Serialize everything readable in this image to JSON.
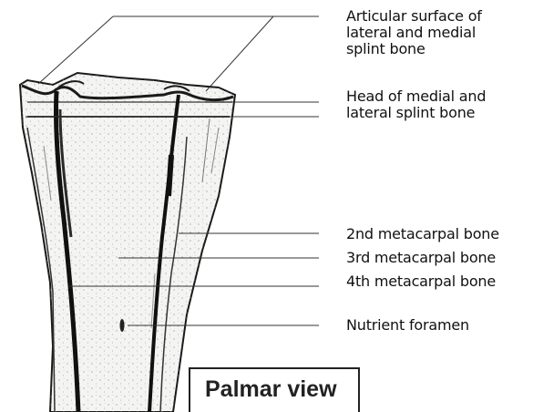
{
  "labels": {
    "articular_line1": "Articular surface of",
    "articular_line2": "lateral and medial",
    "articular_line3": "splint bone",
    "head_line1": "Head of medial and",
    "head_line2": "lateral splint bone",
    "metacarpal_2": "2nd metacarpal bone",
    "metacarpal_3": "3rd metacarpal bone",
    "metacarpal_4": "4th metacarpal bone",
    "nutrient_foramen": "Nutrient foramen"
  },
  "view_caption": "Palmar view",
  "colors": {
    "bone_fill": "#f4f4f2",
    "ink": "#1a1a1a",
    "leader_line": "#333333",
    "background": "#ffffff"
  }
}
